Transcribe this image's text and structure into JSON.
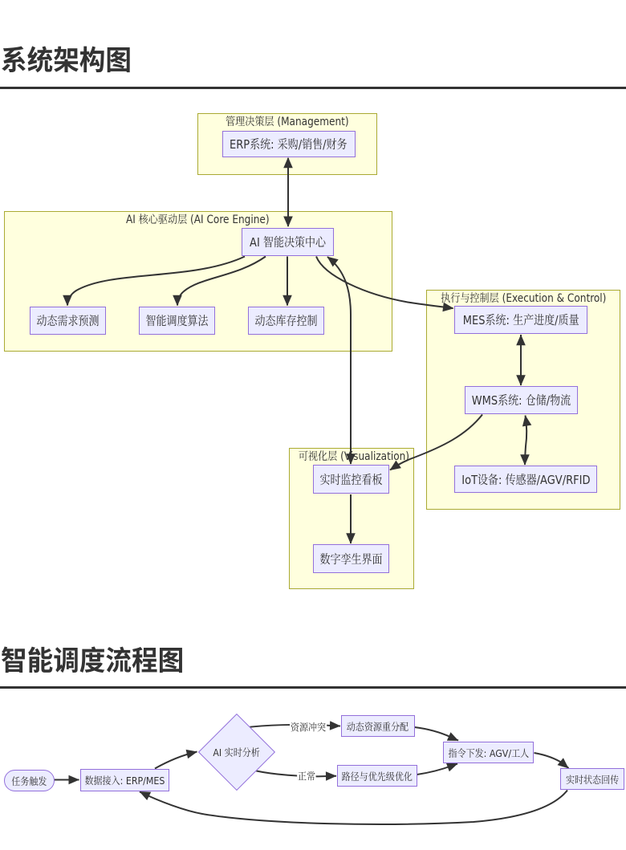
{
  "document": {
    "headings": [
      {
        "text": "系统架构图"
      },
      {
        "text": "智能调度流程图"
      }
    ]
  },
  "colors": {
    "node_fill": "#ECECFF",
    "node_border": "#9370DB",
    "subgraph_fill": "#FFFFDE",
    "subgraph_border": "#AAAA33",
    "edge": "#333333",
    "text": "#333333"
  },
  "architecture": {
    "subgraphs": [
      {
        "id": "management",
        "title": "管理决策层 (Management)"
      },
      {
        "id": "ai-core",
        "title": "AI 核心驱动层 (AI Core Engine)"
      },
      {
        "id": "execution",
        "title": "执行与控制层 (Execution & Control)"
      },
      {
        "id": "visualization",
        "title": "可视化层 (Visualization)"
      }
    ],
    "nodes": [
      {
        "id": "erp",
        "label": "ERP系统: 采购/销售/财务"
      },
      {
        "id": "ai-center",
        "label": "AI 智能决策中心"
      },
      {
        "id": "forecast",
        "label": "动态需求预测"
      },
      {
        "id": "scheduling",
        "label": "智能调度算法"
      },
      {
        "id": "inventory",
        "label": "动态库存控制"
      },
      {
        "id": "mes",
        "label": "MES系统: 生产进度/质量"
      },
      {
        "id": "wms",
        "label": "WMS系统: 仓储/物流"
      },
      {
        "id": "iot",
        "label": "IoT设备: 传感器/AGV/RFID"
      },
      {
        "id": "dashboard",
        "label": "实时监控看板"
      },
      {
        "id": "twin",
        "label": "数字孪生界面"
      }
    ],
    "edges": [
      {
        "from": "erp",
        "to": "ai-center",
        "bidirectional": true
      },
      {
        "from": "ai-center",
        "to": "forecast"
      },
      {
        "from": "ai-center",
        "to": "scheduling"
      },
      {
        "from": "ai-center",
        "to": "inventory"
      },
      {
        "from": "ai-center",
        "to": "mes"
      },
      {
        "from": "ai-center",
        "to": "dashboard",
        "bidirectional": true
      },
      {
        "from": "mes",
        "to": "wms",
        "bidirectional": true
      },
      {
        "from": "wms",
        "to": "iot",
        "bidirectional": true
      },
      {
        "from": "wms",
        "to": "dashboard"
      },
      {
        "from": "dashboard",
        "to": "twin"
      }
    ]
  },
  "flowchart": {
    "nodes": [
      {
        "id": "trigger",
        "label": "任务触发",
        "shape": "stadium"
      },
      {
        "id": "ingest",
        "label": "数据接入: ERP/MES",
        "shape": "rect"
      },
      {
        "id": "analysis",
        "label": "AI 实时分析",
        "shape": "diamond"
      },
      {
        "id": "reallocate",
        "label": "动态资源重分配",
        "shape": "rect"
      },
      {
        "id": "optimize",
        "label": "路径与优先级优化",
        "shape": "rect"
      },
      {
        "id": "dispatch",
        "label": "指令下发: AGV/工人",
        "shape": "rect"
      },
      {
        "id": "status",
        "label": "实时状态回传",
        "shape": "rect"
      }
    ],
    "edges": [
      {
        "from": "trigger",
        "to": "ingest"
      },
      {
        "from": "ingest",
        "to": "analysis"
      },
      {
        "from": "analysis",
        "to": "reallocate",
        "label": "资源冲突"
      },
      {
        "from": "analysis",
        "to": "optimize",
        "label": "正常"
      },
      {
        "from": "reallocate",
        "to": "dispatch"
      },
      {
        "from": "optimize",
        "to": "dispatch"
      },
      {
        "from": "dispatch",
        "to": "status"
      },
      {
        "from": "status",
        "to": "ingest"
      }
    ]
  }
}
